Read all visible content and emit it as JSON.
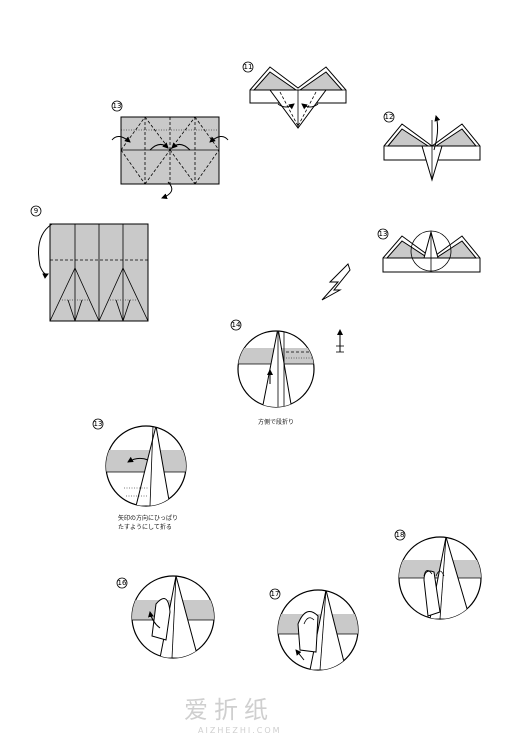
{
  "steps": [
    {
      "id": "s9",
      "label": "9"
    },
    {
      "id": "s10",
      "label": "13"
    },
    {
      "id": "s11",
      "label": "11"
    },
    {
      "id": "s12",
      "label": "12"
    },
    {
      "id": "s13a",
      "label": "13"
    },
    {
      "id": "s14",
      "label": "14"
    },
    {
      "id": "s15",
      "label": "13"
    },
    {
      "id": "s16",
      "label": "16"
    },
    {
      "id": "s17",
      "label": "17"
    },
    {
      "id": "s18",
      "label": "18"
    }
  ],
  "notes": {
    "step14": "方側で段折り",
    "step15_line1": "矢印の方向にひっぱり",
    "step15_line2": "たすようにして折る"
  },
  "watermark": {
    "chinese": "爱折纸",
    "domain": "AIZHEZHI.COM"
  }
}
